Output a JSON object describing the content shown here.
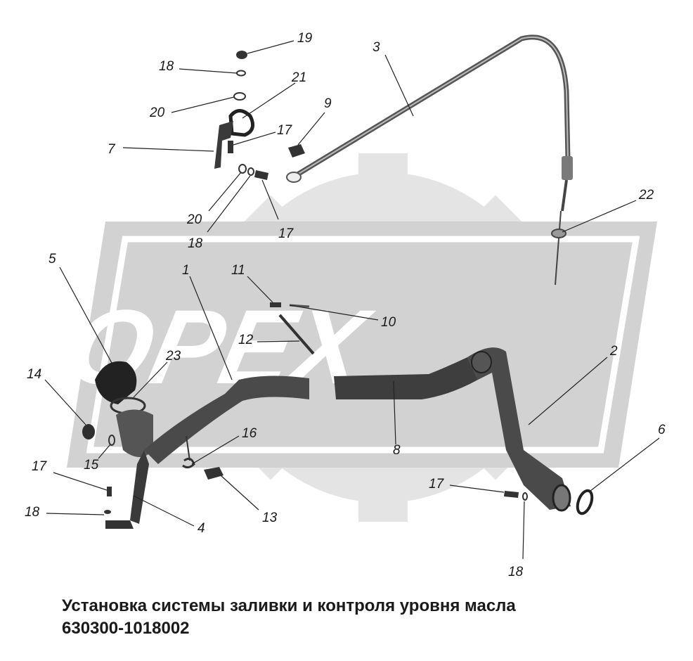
{
  "watermark": {
    "text": "OPEX"
  },
  "callouts": [
    {
      "label": "19"
    },
    {
      "label": "18"
    },
    {
      "label": "20"
    },
    {
      "label": "21"
    },
    {
      "label": "7"
    },
    {
      "label": "17"
    },
    {
      "label": "9"
    },
    {
      "label": "3"
    },
    {
      "label": "20"
    },
    {
      "label": "18"
    },
    {
      "label": "17"
    },
    {
      "label": "22"
    },
    {
      "label": "5"
    },
    {
      "label": "1"
    },
    {
      "label": "11"
    },
    {
      "label": "10"
    },
    {
      "label": "12"
    },
    {
      "label": "23"
    },
    {
      "label": "2"
    },
    {
      "label": "14"
    },
    {
      "label": "16"
    },
    {
      "label": "8"
    },
    {
      "label": "6"
    },
    {
      "label": "15"
    },
    {
      "label": "17"
    },
    {
      "label": "13"
    },
    {
      "label": "17"
    },
    {
      "label": "18"
    },
    {
      "label": "4"
    },
    {
      "label": "18"
    }
  ],
  "caption": {
    "line1": "Установка системы заливки и контроля уровня масла",
    "line2": "630300-1018002"
  }
}
